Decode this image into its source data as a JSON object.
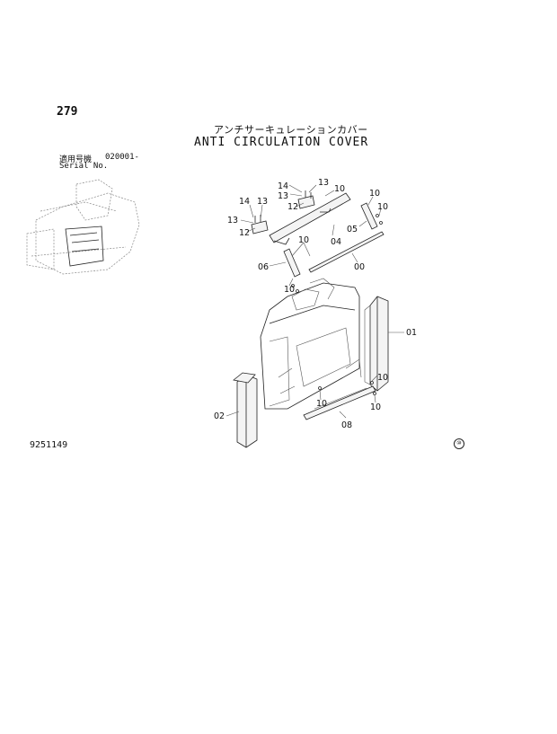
{
  "header": {
    "page_number": "279",
    "title_jp": "アンチサーキュレーションカバー",
    "title_en": "ANTI CIRCULATION COVER"
  },
  "serial": {
    "label_jp": "適用号機",
    "code": "020001-",
    "label_en": "Serial No."
  },
  "footer": {
    "drawing_number": "9251149",
    "stamp": "⑩"
  },
  "callouts": {
    "c14a": "14",
    "c13a": "13",
    "c13b": "13",
    "c12a": "12",
    "c14b": "14",
    "c13c": "13",
    "c13d": "13",
    "c12b": "12",
    "c10a": "10",
    "c10b": "10",
    "c10c": "10",
    "c10d": "10",
    "c04": "04",
    "c05": "05",
    "c06": "06",
    "c00": "00",
    "c01": "01",
    "c02": "02",
    "c08": "08",
    "c10e": "10",
    "c10f": "10",
    "c10g": "10",
    "c10h": "10"
  }
}
